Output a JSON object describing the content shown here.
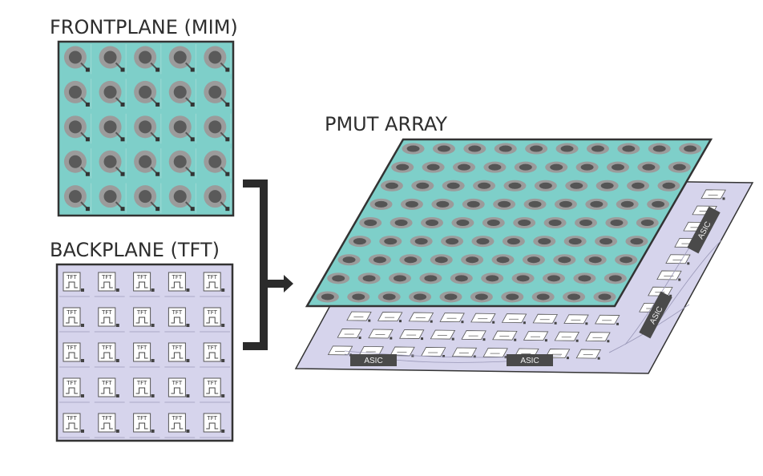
{
  "frontplane": {
    "title": "FRONTPLANE (MIM)",
    "fill_color": "#7ecfc9",
    "grid": {
      "rows": 5,
      "cols": 5
    }
  },
  "backplane": {
    "title": "BACKPLANE (TFT)",
    "fill_color": "#d6d4ec",
    "cell_label": "TFT",
    "grid": {
      "rows": 5,
      "cols": 5
    }
  },
  "pmut": {
    "title": "PMUT ARRAY",
    "top_grid": {
      "rows": 9,
      "cols": 10
    },
    "asic_label": "ASIC"
  },
  "colors": {
    "teal": "#7ecfc9",
    "lavender": "#d6d4ec",
    "dark": "#333333",
    "asic": "#4a4a4a"
  }
}
